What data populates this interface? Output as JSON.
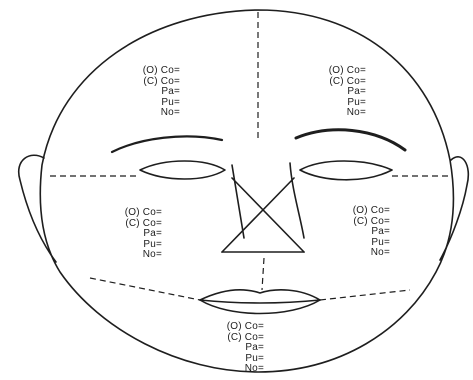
{
  "regions": {
    "forehead_left": {
      "lines": [
        "(O) Co=",
        "(C) Co=",
        "Pa=",
        "Pu=",
        "No="
      ]
    },
    "forehead_right": {
      "lines": [
        "(O) Co=",
        "(C) Co=",
        "Pa=",
        "Pu=",
        "No="
      ]
    },
    "cheek_left": {
      "lines": [
        "(O) Co=",
        "(C) Co=",
        "Pa=",
        "Pu=",
        "No="
      ]
    },
    "cheek_right": {
      "lines": [
        "(O) Co=",
        "(C) Co=",
        "Pa=",
        "Pu=",
        "No="
      ]
    },
    "chin": {
      "lines": [
        "(O) Co=",
        "(C) Co=",
        "Pa=",
        "Pu=",
        "No="
      ]
    }
  },
  "colors": {
    "ink": "#1e1e1e",
    "background": "#ffffff"
  }
}
